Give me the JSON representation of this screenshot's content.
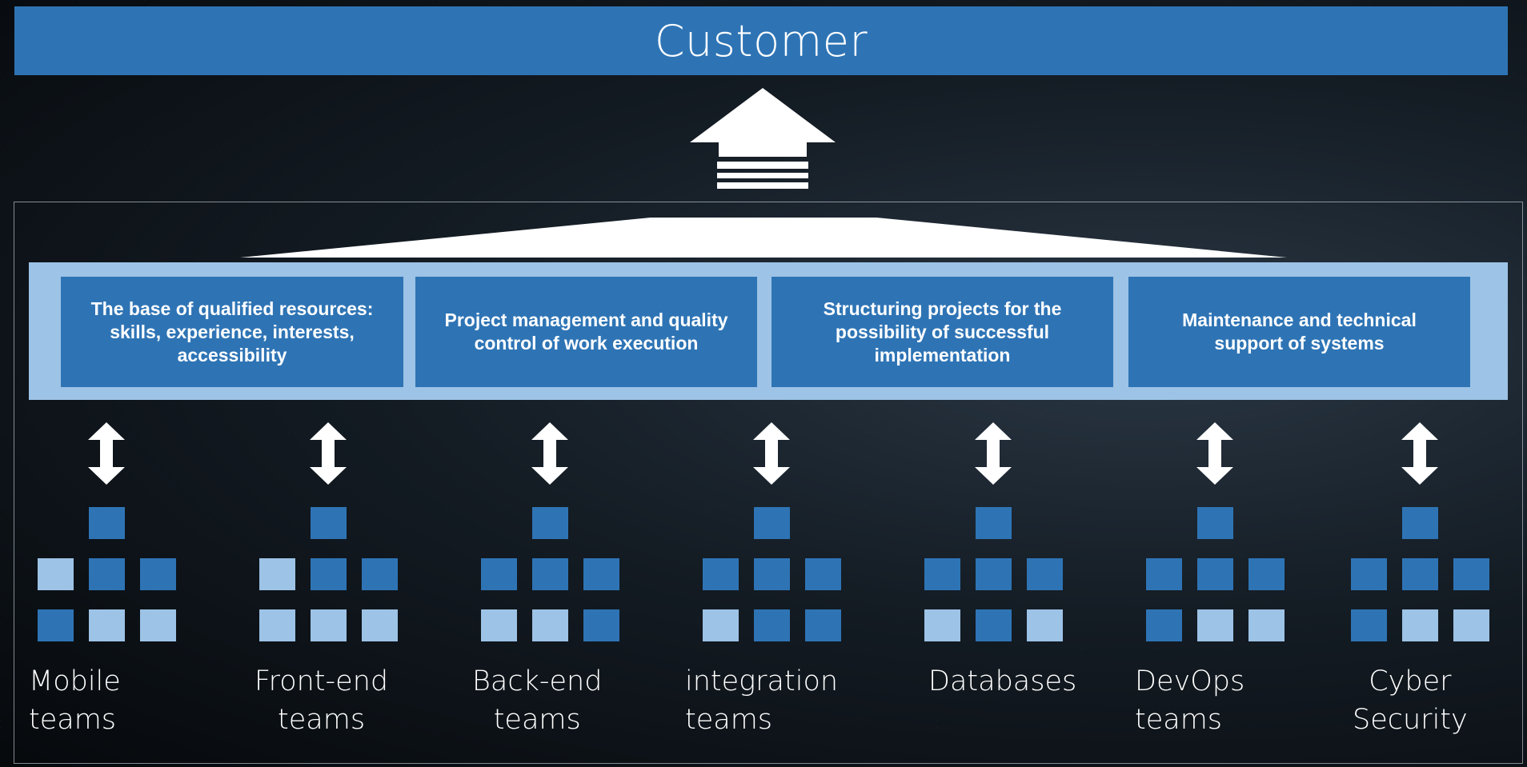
{
  "header": {
    "title": "Customer"
  },
  "services": [
    {
      "label": "The base of qualified resources: skills, experience, interests, accessibility"
    },
    {
      "label": "Project management and quality control of work execution"
    },
    {
      "label": "Structuring projects for the possibility of successful implementation"
    },
    {
      "label": "Maintenance and technical support of systems"
    }
  ],
  "teams": [
    {
      "label": "Mobile\nteams",
      "pattern": [
        "d",
        "l",
        "d",
        "d",
        "d",
        "l",
        "l"
      ]
    },
    {
      "label": "Front-end\nteams",
      "pattern": [
        "d",
        "l",
        "d",
        "d",
        "l",
        "l",
        "l"
      ]
    },
    {
      "label": "Back-end\nteams",
      "pattern": [
        "d",
        "d",
        "d",
        "d",
        "l",
        "l",
        "d"
      ]
    },
    {
      "label": "integration\nteams",
      "pattern": [
        "d",
        "d",
        "d",
        "d",
        "l",
        "d",
        "d"
      ]
    },
    {
      "label": "Databases",
      "pattern": [
        "d",
        "d",
        "d",
        "d",
        "l",
        "d",
        "l"
      ]
    },
    {
      "label": "DevOps\nteams",
      "pattern": [
        "d",
        "d",
        "d",
        "d",
        "d",
        "l",
        "l"
      ]
    },
    {
      "label": "Cyber\nSecurity",
      "pattern": [
        "d",
        "d",
        "d",
        "d",
        "d",
        "l",
        "l"
      ]
    }
  ],
  "colors": {
    "dark_blue": "#2e74b5",
    "light_blue": "#9dc3e6",
    "white": "#ffffff"
  },
  "icons": {
    "up": "up-arrow-icon",
    "link": "double-arrow-icon"
  }
}
